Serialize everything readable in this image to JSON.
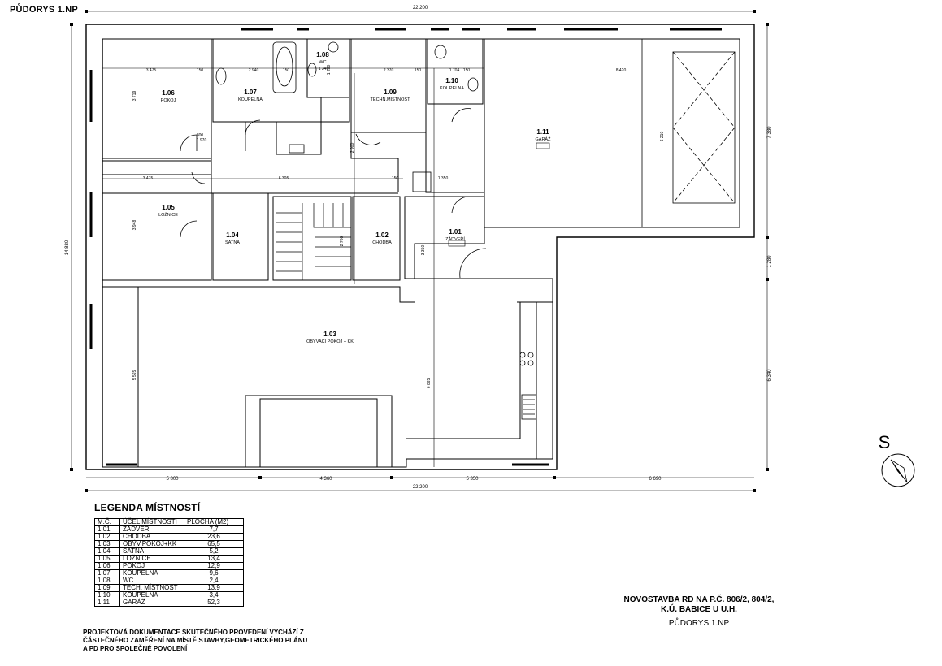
{
  "sheet_title": "PŮDORYS 1.NP",
  "overall_dims": {
    "top": "22 200",
    "bottom": "22 200",
    "left": "14 880"
  },
  "right_dims": [
    "7 380",
    "1 280",
    "6 340"
  ],
  "bottom_dims": [
    "5 800",
    "4 360",
    "5 350",
    "6 690"
  ],
  "rooms": [
    {
      "id": "1.06",
      "name": "POKOJ"
    },
    {
      "id": "1.07",
      "name": "KOUPELNA"
    },
    {
      "id": "1.08",
      "name": "WC"
    },
    {
      "id": "1.09",
      "name": "TECHN.MÍSTNOST"
    },
    {
      "id": "1.10",
      "name": "KOUPELNA"
    },
    {
      "id": "1.11",
      "name": "GARÁŽ"
    },
    {
      "id": "1.05",
      "name": "LOŽNICE"
    },
    {
      "id": "1.04",
      "name": "ŠATNA"
    },
    {
      "id": "1.02",
      "name": "CHODBA"
    },
    {
      "id": "1.01",
      "name": "ZÁDVEŘÍ"
    },
    {
      "id": "1.03",
      "name": "OBÝVACÍ POKOJ + KK"
    }
  ],
  "inner_dims": [
    "3 475",
    "150",
    "2 940",
    "150",
    "2 370",
    "150",
    "1 704",
    "150",
    "8 420",
    "3 475",
    "6 305",
    "150",
    "1 350",
    "3 719",
    "3 948",
    "2 700",
    "3 350",
    "5 565",
    "6 065",
    "6 210",
    "800",
    "1 970",
    "1 340",
    "1 280",
    "2 900"
  ],
  "legend": {
    "title": "LEGENDA MÍSTNOSTÍ",
    "headers": [
      "M.Č.",
      "ÚČEL MÍSTNOSTI",
      "PLOCHA (M2)"
    ],
    "rows": [
      [
        "1.01",
        "ZÁDVEŘÍ",
        "7,7"
      ],
      [
        "1.02",
        "CHODBA",
        "23,6"
      ],
      [
        "1.03",
        "OBÝV.POKOJ+KK",
        "65,5"
      ],
      [
        "1.04",
        "ŠATNA",
        "5,2"
      ],
      [
        "1.05",
        "LOŽNICE",
        "13,4"
      ],
      [
        "1.06",
        "POKOJ",
        "12,9"
      ],
      [
        "1.07",
        "KOUPELNA",
        "9,6"
      ],
      [
        "1.08",
        "WC",
        "2,4"
      ],
      [
        "1.09",
        "TECH. MÍSTNOST",
        "13,9"
      ],
      [
        "1.10",
        "KOUPELNA",
        "3,4"
      ],
      [
        "1.11",
        "GARÁŽ",
        "52,3"
      ]
    ]
  },
  "title_block": {
    "line1": "NOVOSTAVBA RD NA P.Č. 806/2, 804/2,",
    "line2": "K.Ú. BABICE U U.H.",
    "line3": "PŮDORYS 1.NP"
  },
  "note": [
    "PROJEKTOVÁ DOKUMENTACE SKUTEČNÉHO PROVEDENÍ VYCHÁZÍ Z",
    "ČÁSTEČNÉHO ZAMĚŘENÍ NA MÍSTĚ STAVBY,GEOMETRICKÉHO PLÁNU",
    "A PD PRO SPOLEČNÉ POVOLENÍ"
  ],
  "north_label": "S"
}
